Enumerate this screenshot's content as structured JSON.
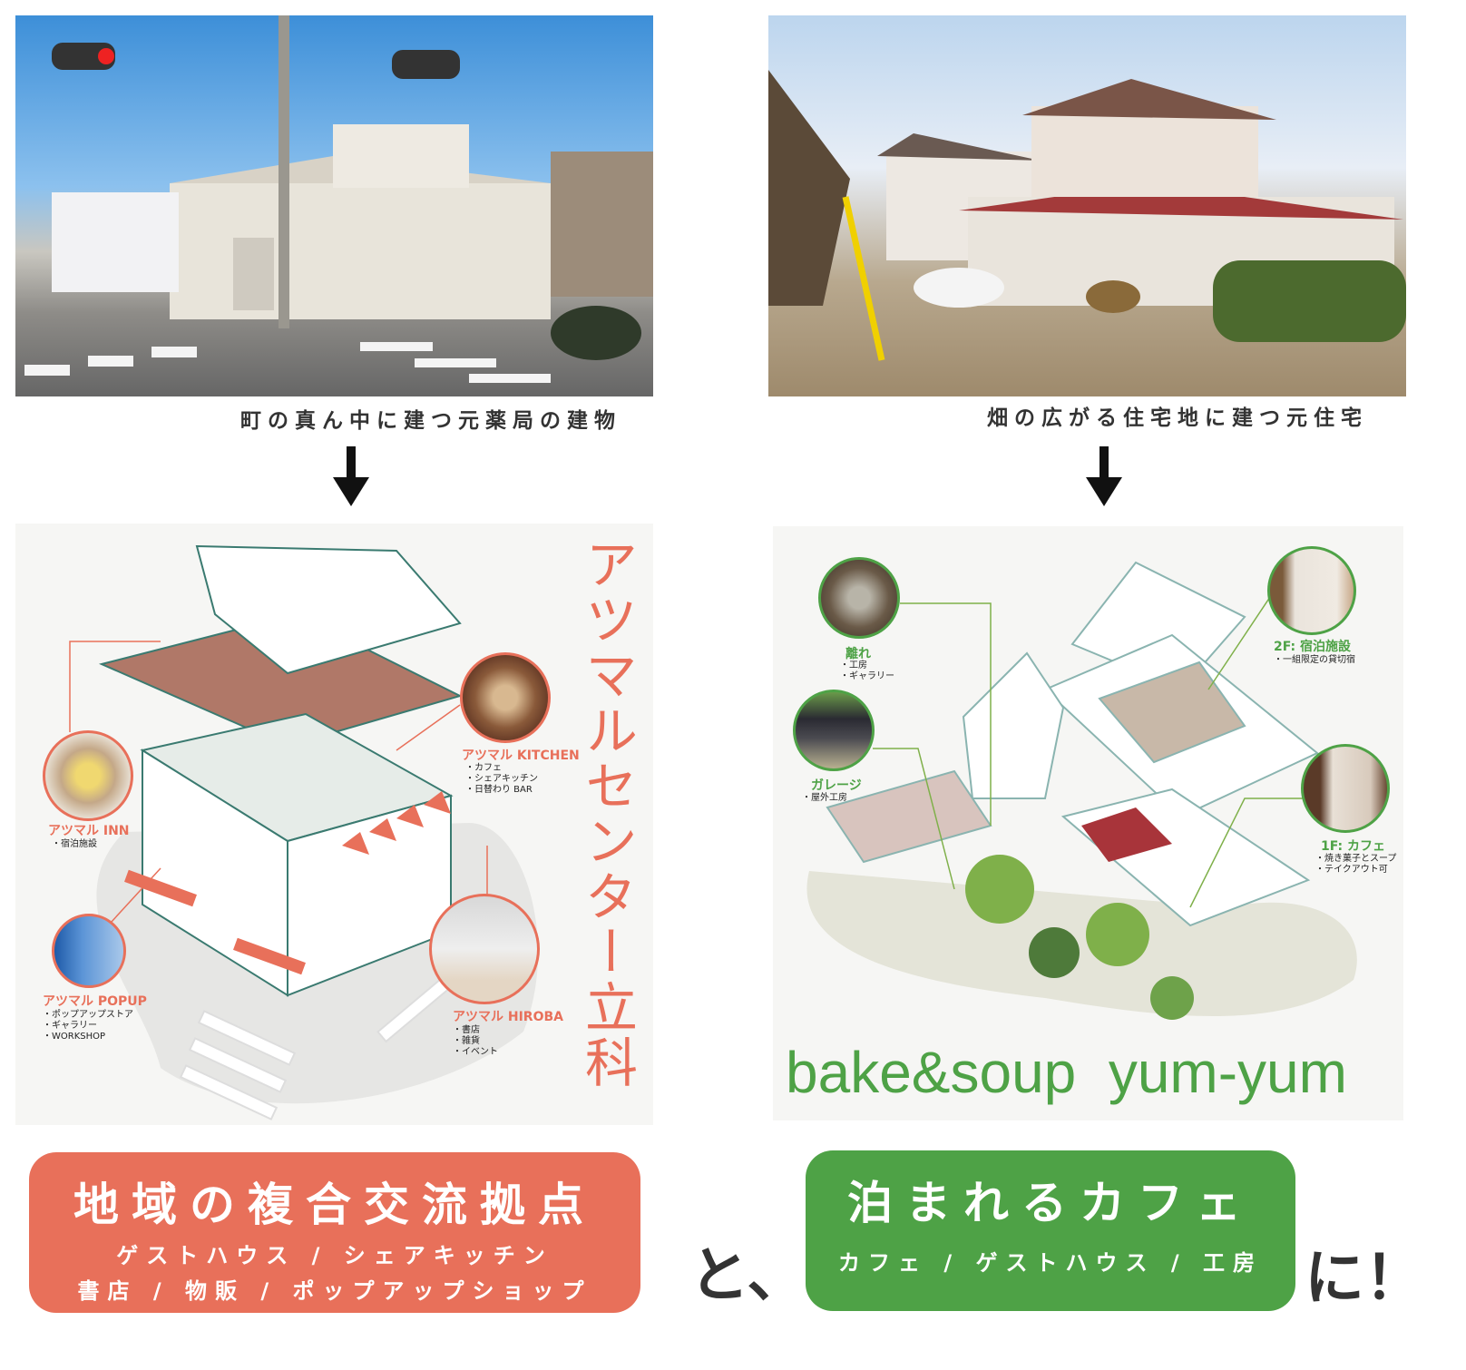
{
  "left": {
    "photo_caption": "町の真ん中に建つ元薬局の建物",
    "title_vertical": "アツマルセンター立科",
    "areas": [
      {
        "name": "アツマル INN",
        "items": [
          "宿泊施設"
        ]
      },
      {
        "name": "アツマル KITCHEN",
        "items": [
          "カフェ",
          "シェアキッチン",
          "日替わり BAR"
        ]
      },
      {
        "name": "アツマル POPUP",
        "items": [
          "ポップアップストア",
          "ギャラリー",
          "WORKSHOP"
        ]
      },
      {
        "name": "アツマル HIROBA",
        "items": [
          "書店",
          "雑貨",
          "イベント"
        ]
      }
    ],
    "headline": "地域の複合交流拠点",
    "sub_line1": "ゲストハウス / シェアキッチン",
    "sub_line2": "書店 / 物販 / ポップアップショップ",
    "color": "#e8705a"
  },
  "right": {
    "photo_caption": "畑の広がる住宅地に建つ元住宅",
    "title": "bake&soup  yum-yum",
    "areas": [
      {
        "name": "離れ",
        "items": [
          "工房",
          "ギャラリー"
        ]
      },
      {
        "name": "ガレージ",
        "items": [
          "屋外工房"
        ]
      },
      {
        "name": "2F: 宿泊施設",
        "items": [
          "一組限定の貸切宿"
        ]
      },
      {
        "name": "1F: カフェ",
        "items": [
          "焼き菓子とスープ",
          "テイクアウト可"
        ]
      }
    ],
    "headline": "泊まれるカフェ",
    "sub_line1": "カフェ / ゲストハウス / 工房",
    "color": "#4ea246"
  },
  "joiner": "と、",
  "ending": "に！"
}
